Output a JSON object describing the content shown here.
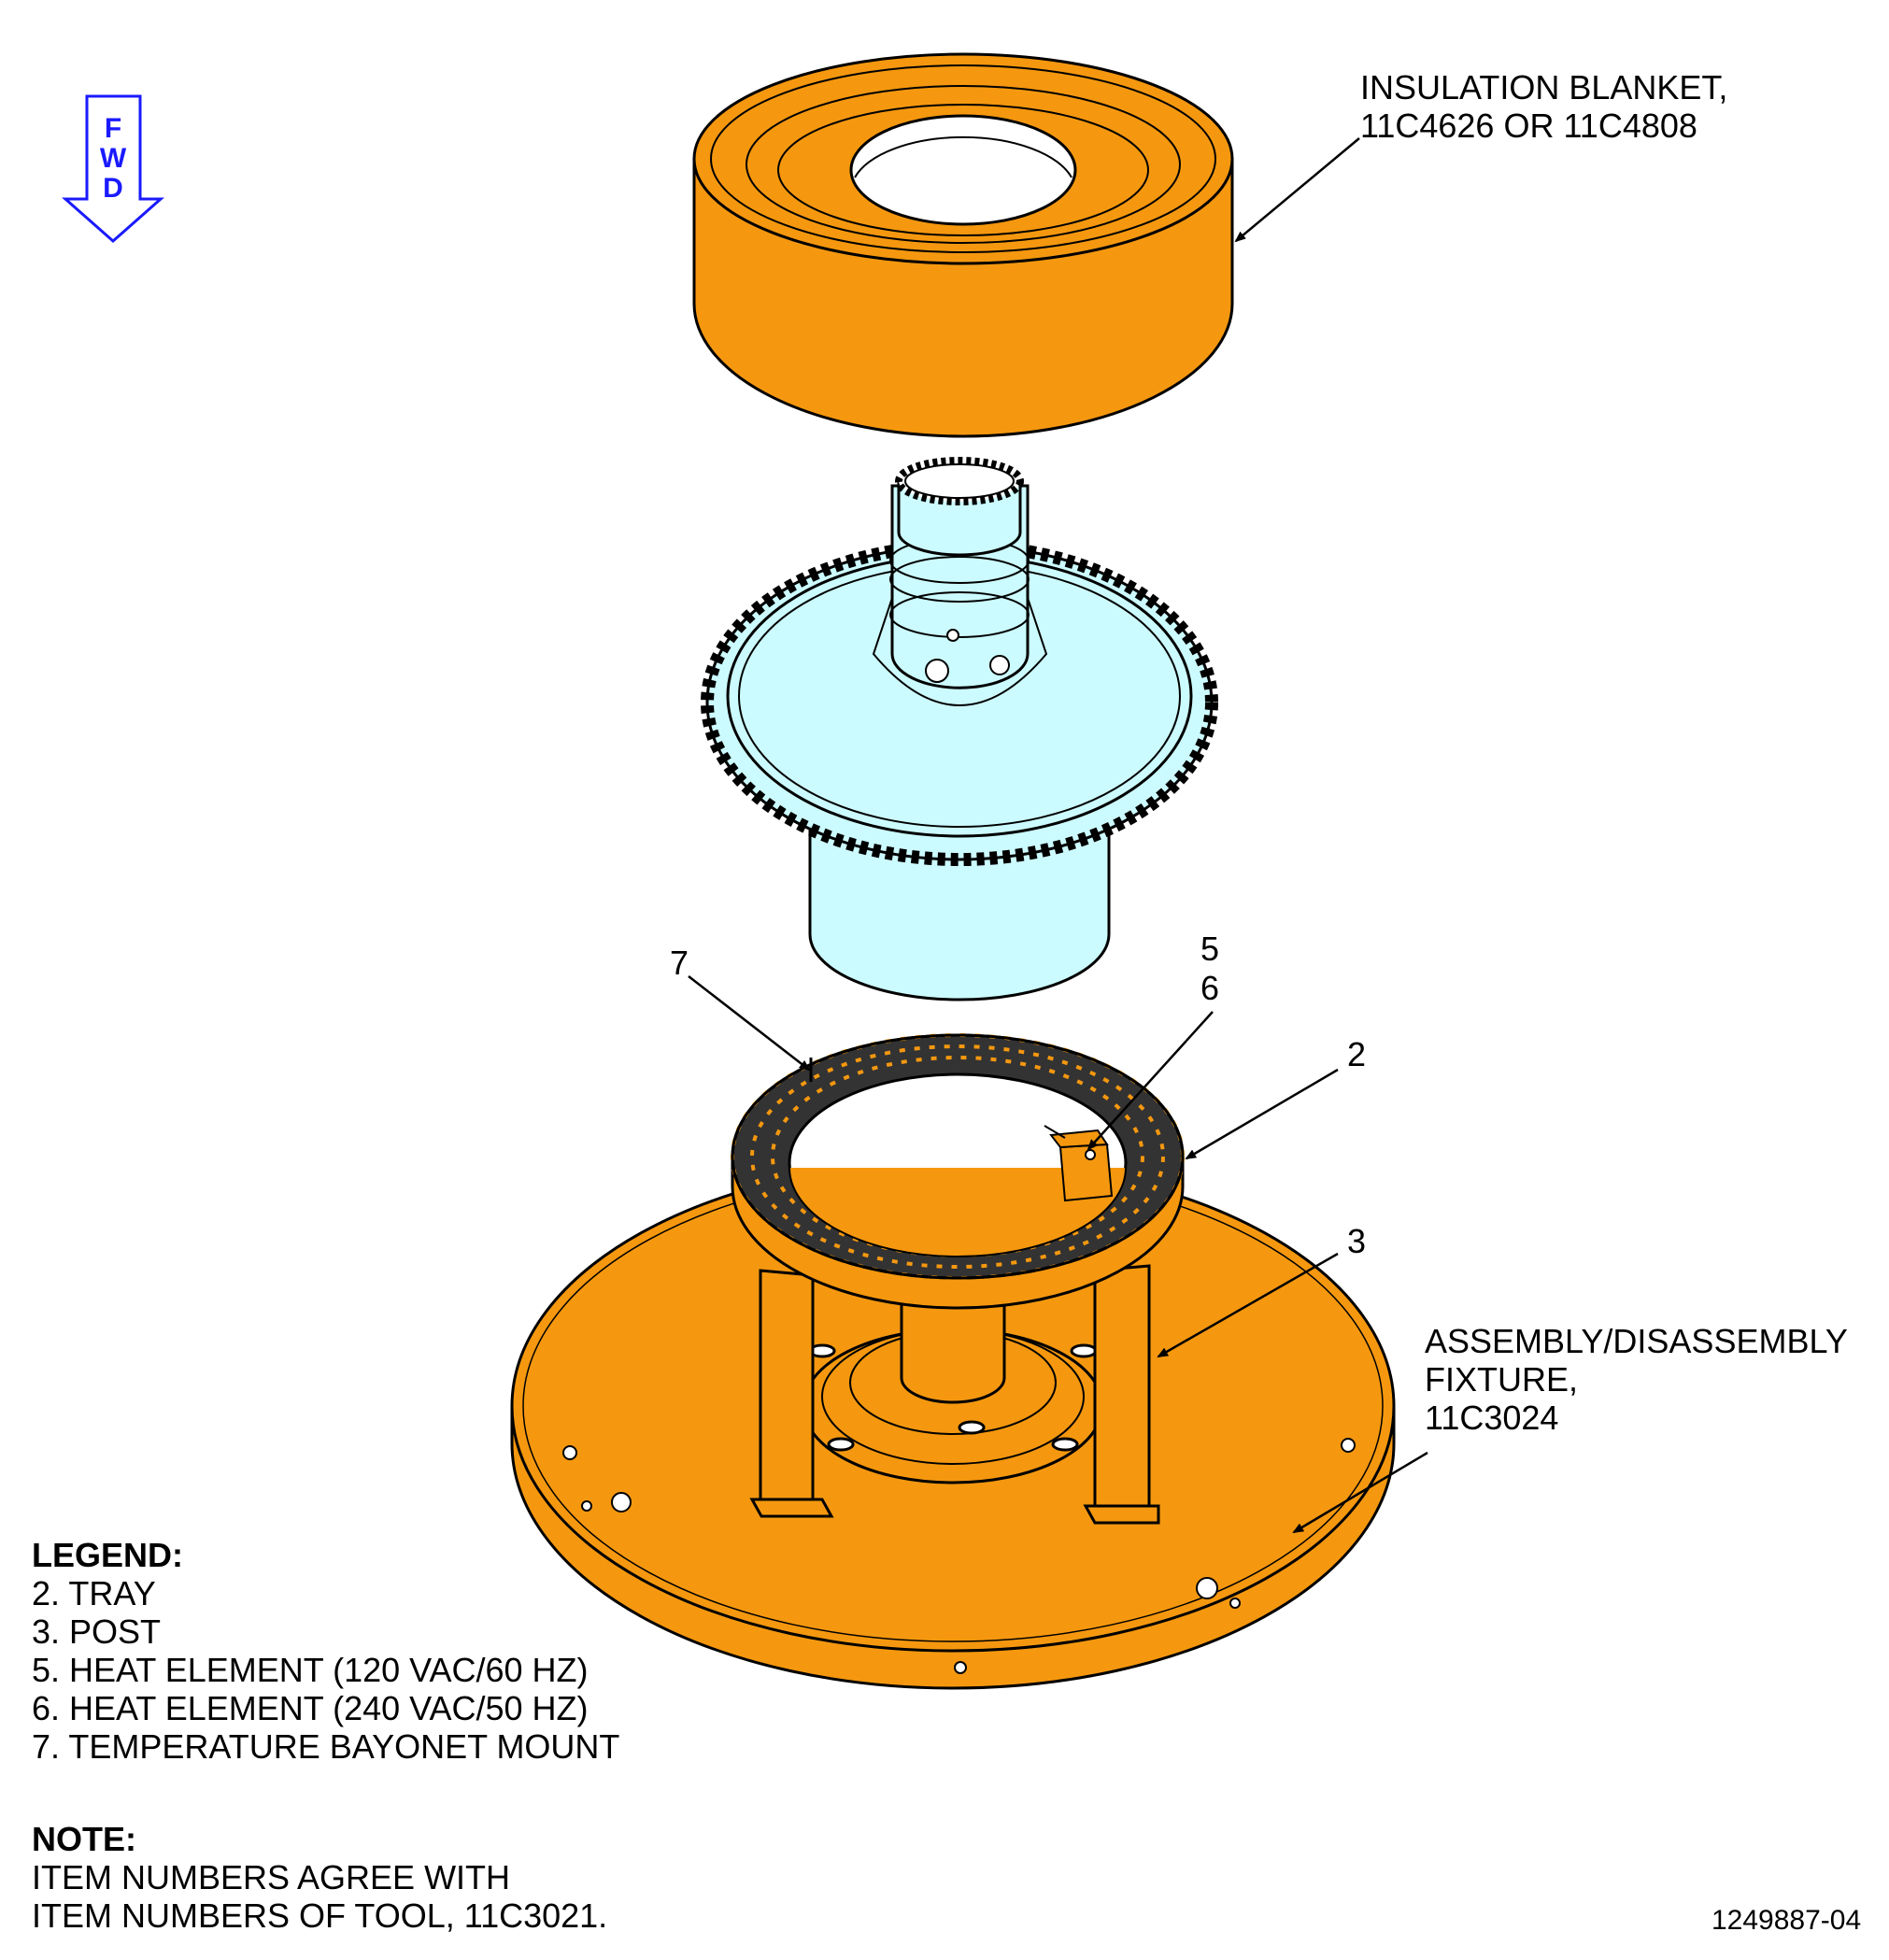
{
  "fwd_arrow": {
    "letters": [
      "F",
      "W",
      "D"
    ],
    "color": "#1a1aff"
  },
  "callouts": {
    "blanket": [
      "INSULATION BLANKET,",
      "11C4626 OR 11C4808"
    ],
    "fixture": [
      "ASSEMBLY/DISASSEMBLY",
      "FIXTURE,",
      "11C3024"
    ],
    "item_7": "7",
    "item_5": "5",
    "item_6": "6",
    "item_2": "2",
    "item_3": "3"
  },
  "legend": {
    "title": "LEGEND:",
    "items": [
      "2. TRAY",
      "3. POST",
      "5. HEAT ELEMENT (120 VAC/60 HZ)",
      "6. HEAT ELEMENT (240 VAC/50 HZ)",
      "7. TEMPERATURE BAYONET MOUNT"
    ]
  },
  "note": {
    "title": "NOTE:",
    "lines": [
      "ITEM NUMBERS AGREE WITH",
      "ITEM NUMBERS OF TOOL, 11C3021."
    ]
  },
  "figure_id": "1249887-04",
  "colors": {
    "orange": "#f5980f",
    "cyan": "#ccfbff",
    "fwd_blue": "#1a1aff"
  }
}
